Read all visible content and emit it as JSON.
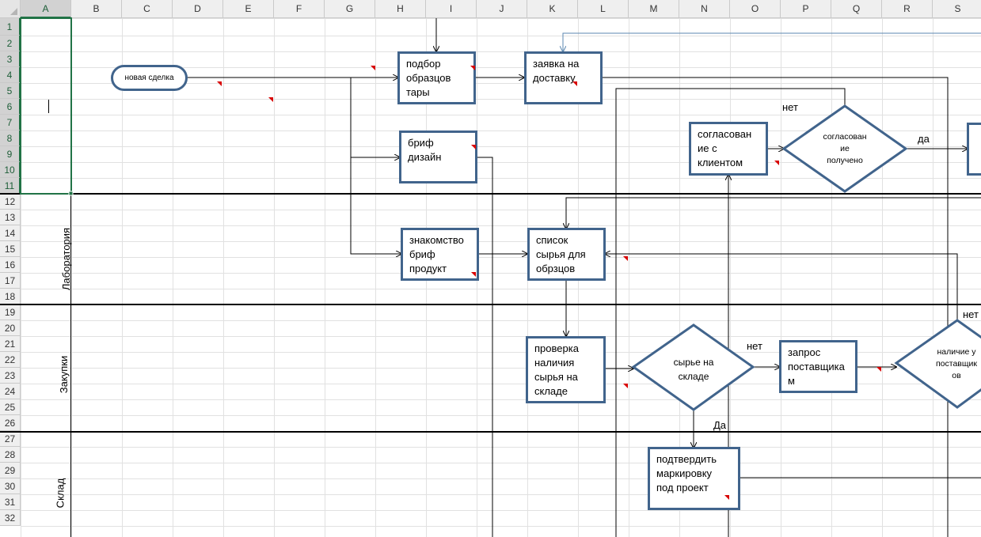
{
  "columns": [
    "A",
    "B",
    "C",
    "D",
    "E",
    "F",
    "G",
    "H",
    "I",
    "J",
    "K",
    "L",
    "M",
    "N",
    "O",
    "P",
    "Q",
    "R",
    "S"
  ],
  "rows": [
    "1",
    "2",
    "3",
    "4",
    "5",
    "6",
    "7",
    "8",
    "9",
    "10",
    "11",
    "12",
    "13",
    "14",
    "15",
    "16",
    "17",
    "18",
    "19",
    "20",
    "21",
    "22",
    "23",
    "24",
    "25",
    "26",
    "27",
    "28",
    "29",
    "30",
    "31",
    "32"
  ],
  "lanes": {
    "laboratory": "Лаборатория",
    "purchasing": "Закупки",
    "warehouse": "Склад"
  },
  "shapes": {
    "new_deal": "новая сделка",
    "sample_container": [
      "подбор",
      "образцов",
      "тары"
    ],
    "delivery_request": [
      "заявка на",
      "доставку"
    ],
    "design_brief": [
      "бриф",
      "дизайн"
    ],
    "client_approval": [
      "согласован",
      "ие с",
      "клиентом"
    ],
    "approval_received": [
      "согласован",
      "ие",
      "получено"
    ],
    "product_brief": [
      "знакомство",
      "бриф",
      "продукт"
    ],
    "raw_list": [
      "список",
      "сырья для",
      "обрзцов"
    ],
    "stock_check": [
      "проверка",
      "наличия",
      "сырья на",
      "складе"
    ],
    "raw_in_stock": [
      "сырье на",
      "складе"
    ],
    "supplier_request": [
      "запрос",
      "поставщика",
      "м"
    ],
    "supplier_availability": [
      "наличие у",
      "поставщик",
      "ов"
    ],
    "confirm_marking": [
      "подтвердить",
      "маркировку",
      "под проект"
    ]
  },
  "labels": {
    "no": "нет",
    "yes": "да",
    "yes_cap": "Да"
  },
  "colors": {
    "shape_border": "#41648c",
    "selection": "#217346",
    "comment": "#d80000"
  }
}
